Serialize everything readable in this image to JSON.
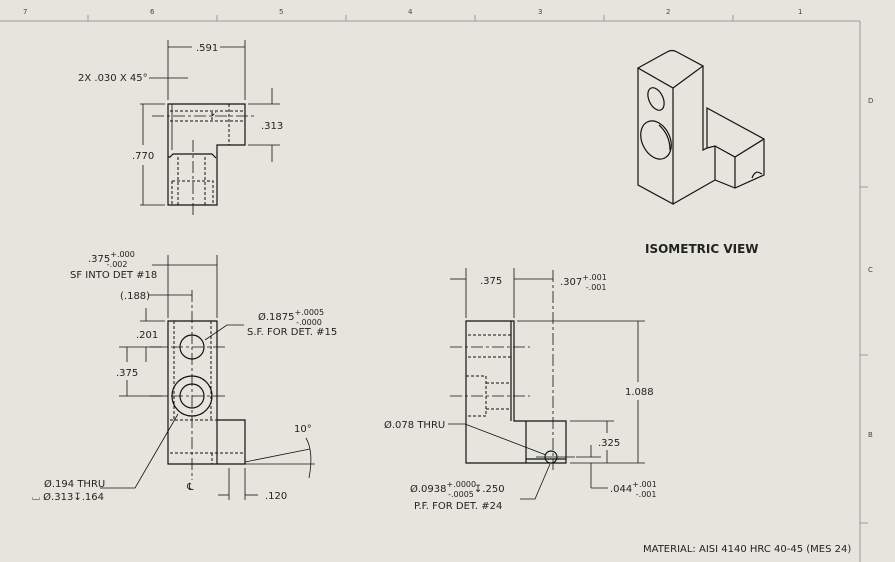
{
  "border": {
    "columns": [
      "7",
      "6",
      "5",
      "4",
      "3",
      "2",
      "1"
    ],
    "rows": [
      "D",
      "C",
      "B"
    ]
  },
  "top_view": {
    "dim_width": ".591",
    "dim_chamfer": "2X .030 X 45°",
    "dim_height": ".770",
    "dim_step": ".313"
  },
  "front_view": {
    "dim_width": ".375",
    "dim_width_tol_plus": "+.000",
    "dim_width_tol_minus": "-.002",
    "dim_width_note": "SF INTO DET #18",
    "dim_ref": "(.188)",
    "dim_201": ".201",
    "dim_375": ".375",
    "hole_dia": "Ø.1875",
    "hole_tol_plus": "+.0005",
    "hole_tol_minus": "-.0000",
    "hole_note": "S.F. FOR DET. #15",
    "angle": "10°",
    "thru_hole": "Ø.194 THRU",
    "cbore": "⌴ Ø.313↧.164",
    "centerline": "℄",
    "dim_120": ".120"
  },
  "side_view": {
    "dim_375": ".375",
    "dim_307": ".307",
    "dim_307_plus": "+.001",
    "dim_307_minus": "-.001",
    "dim_height": "1.088",
    "dim_325": ".325",
    "thru_hole": "Ø.078 THRU",
    "pin_hole": "Ø.0938",
    "pin_plus": "+.0000",
    "pin_minus": "-.0005",
    "pin_depth": "↧.250",
    "pin_note": "P.F. FOR DET. #24",
    "dim_044": ".044",
    "dim_044_plus": "+.001",
    "dim_044_minus": "-.001"
  },
  "iso_view": {
    "label": "ISOMETRIC VIEW"
  },
  "material": "MATERIAL: AISI 4140 HRC 40-45 (MES 24)"
}
